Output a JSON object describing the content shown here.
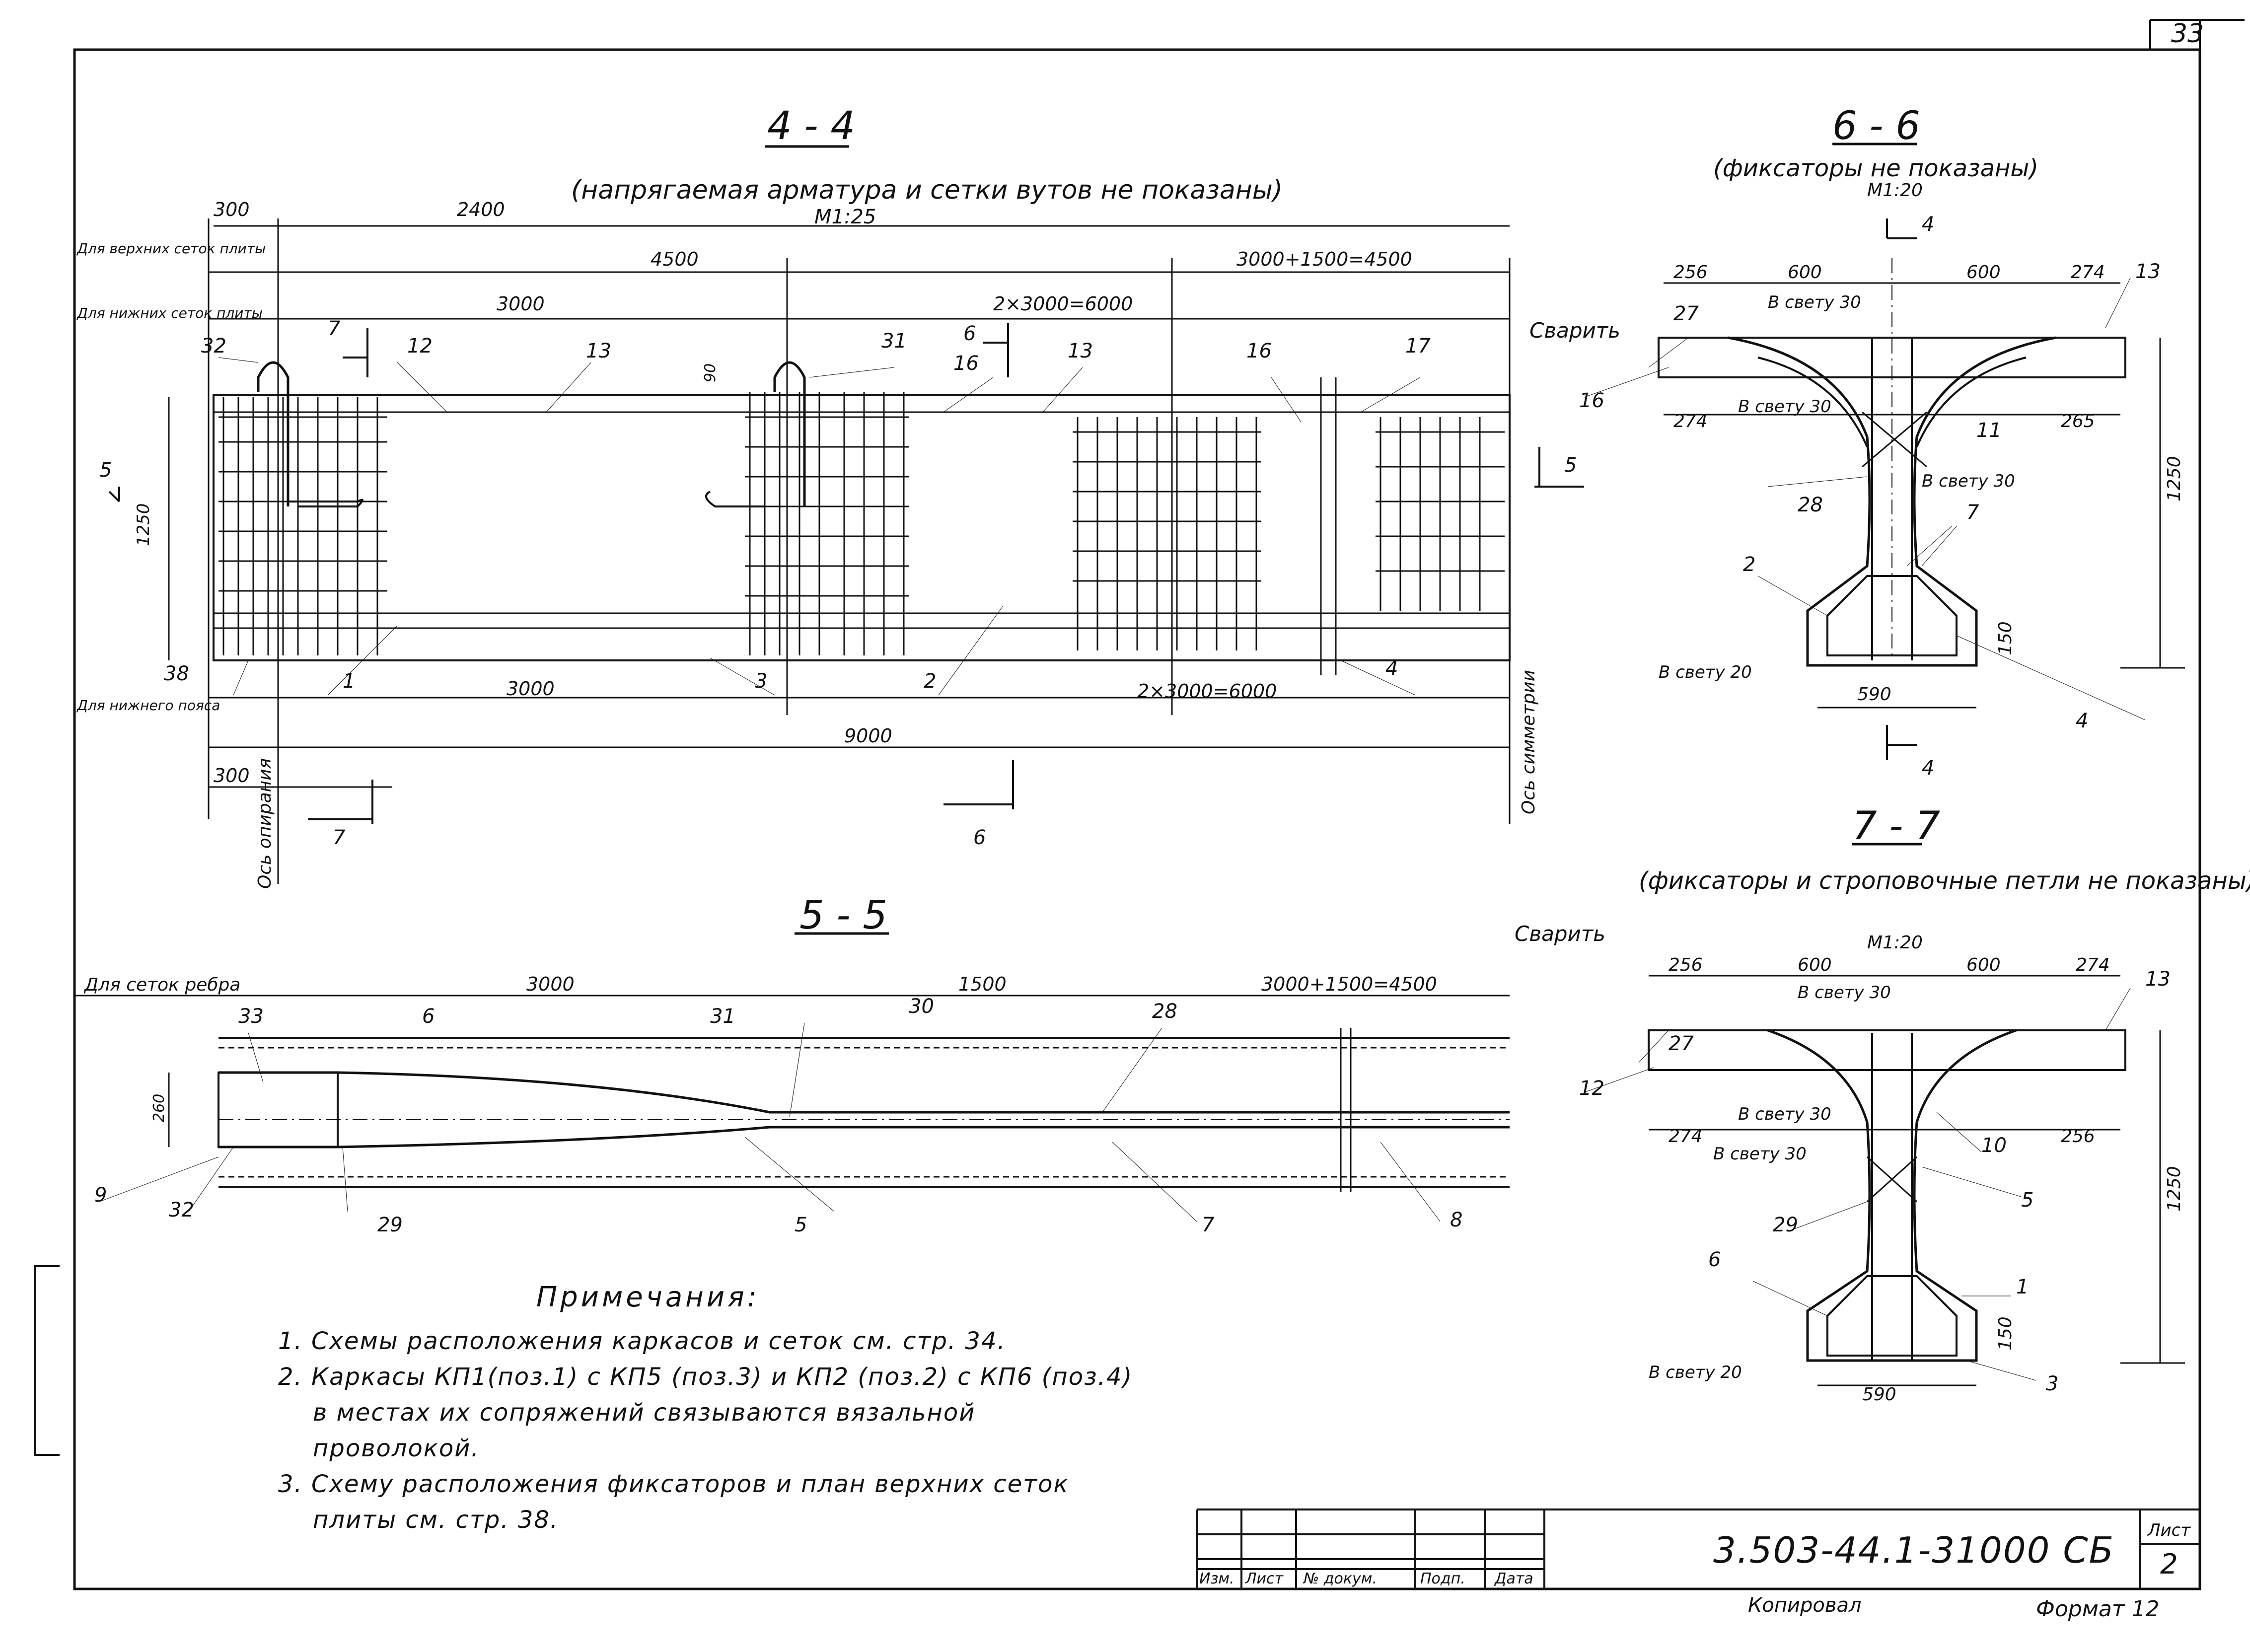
{
  "sheet_number": "33",
  "section_4_4": {
    "title": "4 - 4",
    "subtitle": "(напрягаемая арматура и сетки вутов  не показаны)",
    "scale": "М1:25",
    "row_labels": [
      "Для верхних сеток плиты",
      "Для нижних сеток плиты",
      "Для нижнего пояса"
    ],
    "dims": [
      "300",
      "2400",
      "4500",
      "3000+1500=4500",
      "3000",
      "2×3000=6000",
      "1250",
      "3000",
      "2×3000=6000",
      "9000",
      "300",
      "90"
    ],
    "axis_labels": [
      "Ось опирания",
      "Ось симметрии"
    ],
    "callouts": [
      "32",
      "7",
      "12",
      "13",
      "31",
      "6",
      "16",
      "13",
      "16",
      "17",
      "5",
      "5",
      "38",
      "1",
      "3",
      "2",
      "4",
      "7",
      "6"
    ]
  },
  "section_5_5": {
    "title": "5 - 5",
    "row_label": "Для сеток ребра",
    "dims": [
      "3000",
      "1500",
      "3000+1500=4500",
      "260"
    ],
    "callouts": [
      "33",
      "6",
      "31",
      "30",
      "28",
      "9",
      "32",
      "29",
      "5",
      "7",
      "8"
    ]
  },
  "section_6_6": {
    "title": "6 - 6",
    "subtitle": "(фиксаторы не показаны)",
    "scale": "М1:20",
    "label_weld": "Сварить",
    "dims": [
      "256",
      "600",
      "600",
      "274",
      "274",
      "265",
      "1250",
      "590",
      "150"
    ],
    "clear_labels": [
      "В свету 30",
      "В свету 30",
      "В свету 30",
      "В свету 20"
    ],
    "callouts": [
      "13",
      "27",
      "16",
      "11",
      "28",
      "7",
      "2",
      "4",
      "4",
      "4"
    ]
  },
  "section_7_7": {
    "title": "7 - 7",
    "subtitle": "(фиксаторы и строповочные петли не показаны)",
    "scale": "М1:20",
    "label_weld": "Сварить",
    "dims": [
      "256",
      "600",
      "600",
      "274",
      "274",
      "256",
      "1250",
      "590",
      "150"
    ],
    "clear_labels": [
      "В свету 30",
      "В свету 30",
      "В свету 30",
      "В свету 20"
    ],
    "callouts": [
      "13",
      "27",
      "12",
      "10",
      "5",
      "29",
      "6",
      "1",
      "3"
    ]
  },
  "notes": {
    "title": "Примечания:",
    "items": [
      "1. Схемы расположения каркасов и сеток  см. стр. 34.",
      "2. Каркасы КП1(поз.1) с КП5 (поз.3)  и КП2 (поз.2) с КП6 (поз.4)",
      "в местах их сопряжений связываются вязальной",
      "проволокой.",
      "3. Схему расположения фиксаторов и план верхних сеток",
      "плиты  см. стр. 38."
    ]
  },
  "title_block": {
    "columns": [
      "Изм.",
      "Лист",
      "№ докум.",
      "Подп.",
      "Дата"
    ],
    "code": "3.503-44.1-31000 СБ",
    "sheet_label": "Лист",
    "sheet": "2",
    "copied": "Копировал",
    "format": "Формат 12",
    "colors": {
      "ink": "#111111",
      "paper": "#ffffff"
    }
  }
}
